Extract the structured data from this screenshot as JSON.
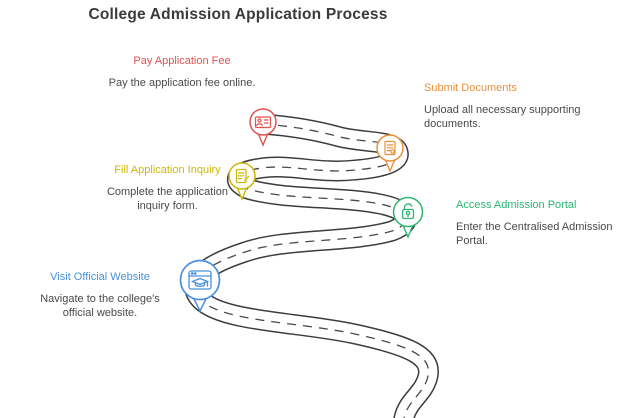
{
  "title": "College Admission Application Process",
  "steps": [
    {
      "id": "visit-official-website",
      "label": "Visit Official Website",
      "description": "Navigate to the college's official website.",
      "color": "#4a90d9",
      "icon": "browser-graduation-cap-icon"
    },
    {
      "id": "fill-application-inquiry",
      "label": "Fill Application Inquiry",
      "description": "Complete the application inquiry form.",
      "color": "#cdb70a",
      "icon": "form-document-icon"
    },
    {
      "id": "pay-application-fee",
      "label": "Pay Application Fee",
      "description": "Pay the application fee online.",
      "color": "#e05252",
      "icon": "id-card-person-icon"
    },
    {
      "id": "submit-documents",
      "label": "Submit Documents",
      "description": "Upload all necessary supporting documents.",
      "color": "#e8913a",
      "icon": "document-seal-icon"
    },
    {
      "id": "access-admission-portal",
      "label": "Access Admission Portal",
      "description": "Enter the Centralised Admission Portal.",
      "color": "#2bb673",
      "icon": "open-lock-icon"
    }
  ]
}
